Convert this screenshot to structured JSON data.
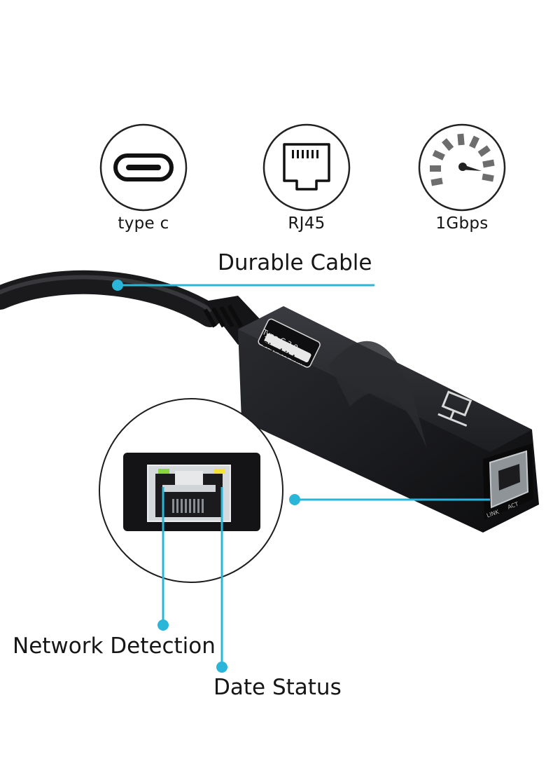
{
  "features": [
    {
      "label": "type c",
      "icon": "usb-c-port-icon"
    },
    {
      "label": "RJ45",
      "icon": "rj45-port-icon"
    },
    {
      "label": "1Gbps",
      "icon": "speedometer-icon"
    }
  ],
  "callouts": {
    "cable": "Durable Cable",
    "network": "Network Detection",
    "data": "Date Status"
  },
  "device": {
    "line1": "Type C 3.0",
    "line2": "Gigabit Lan",
    "port_link": "LINK",
    "port_act": "ACT"
  },
  "colors": {
    "accent": "#29b6d9",
    "device_body": "#1c1d20",
    "link_led": "#8bd63a",
    "act_led": "#f4e23c"
  }
}
